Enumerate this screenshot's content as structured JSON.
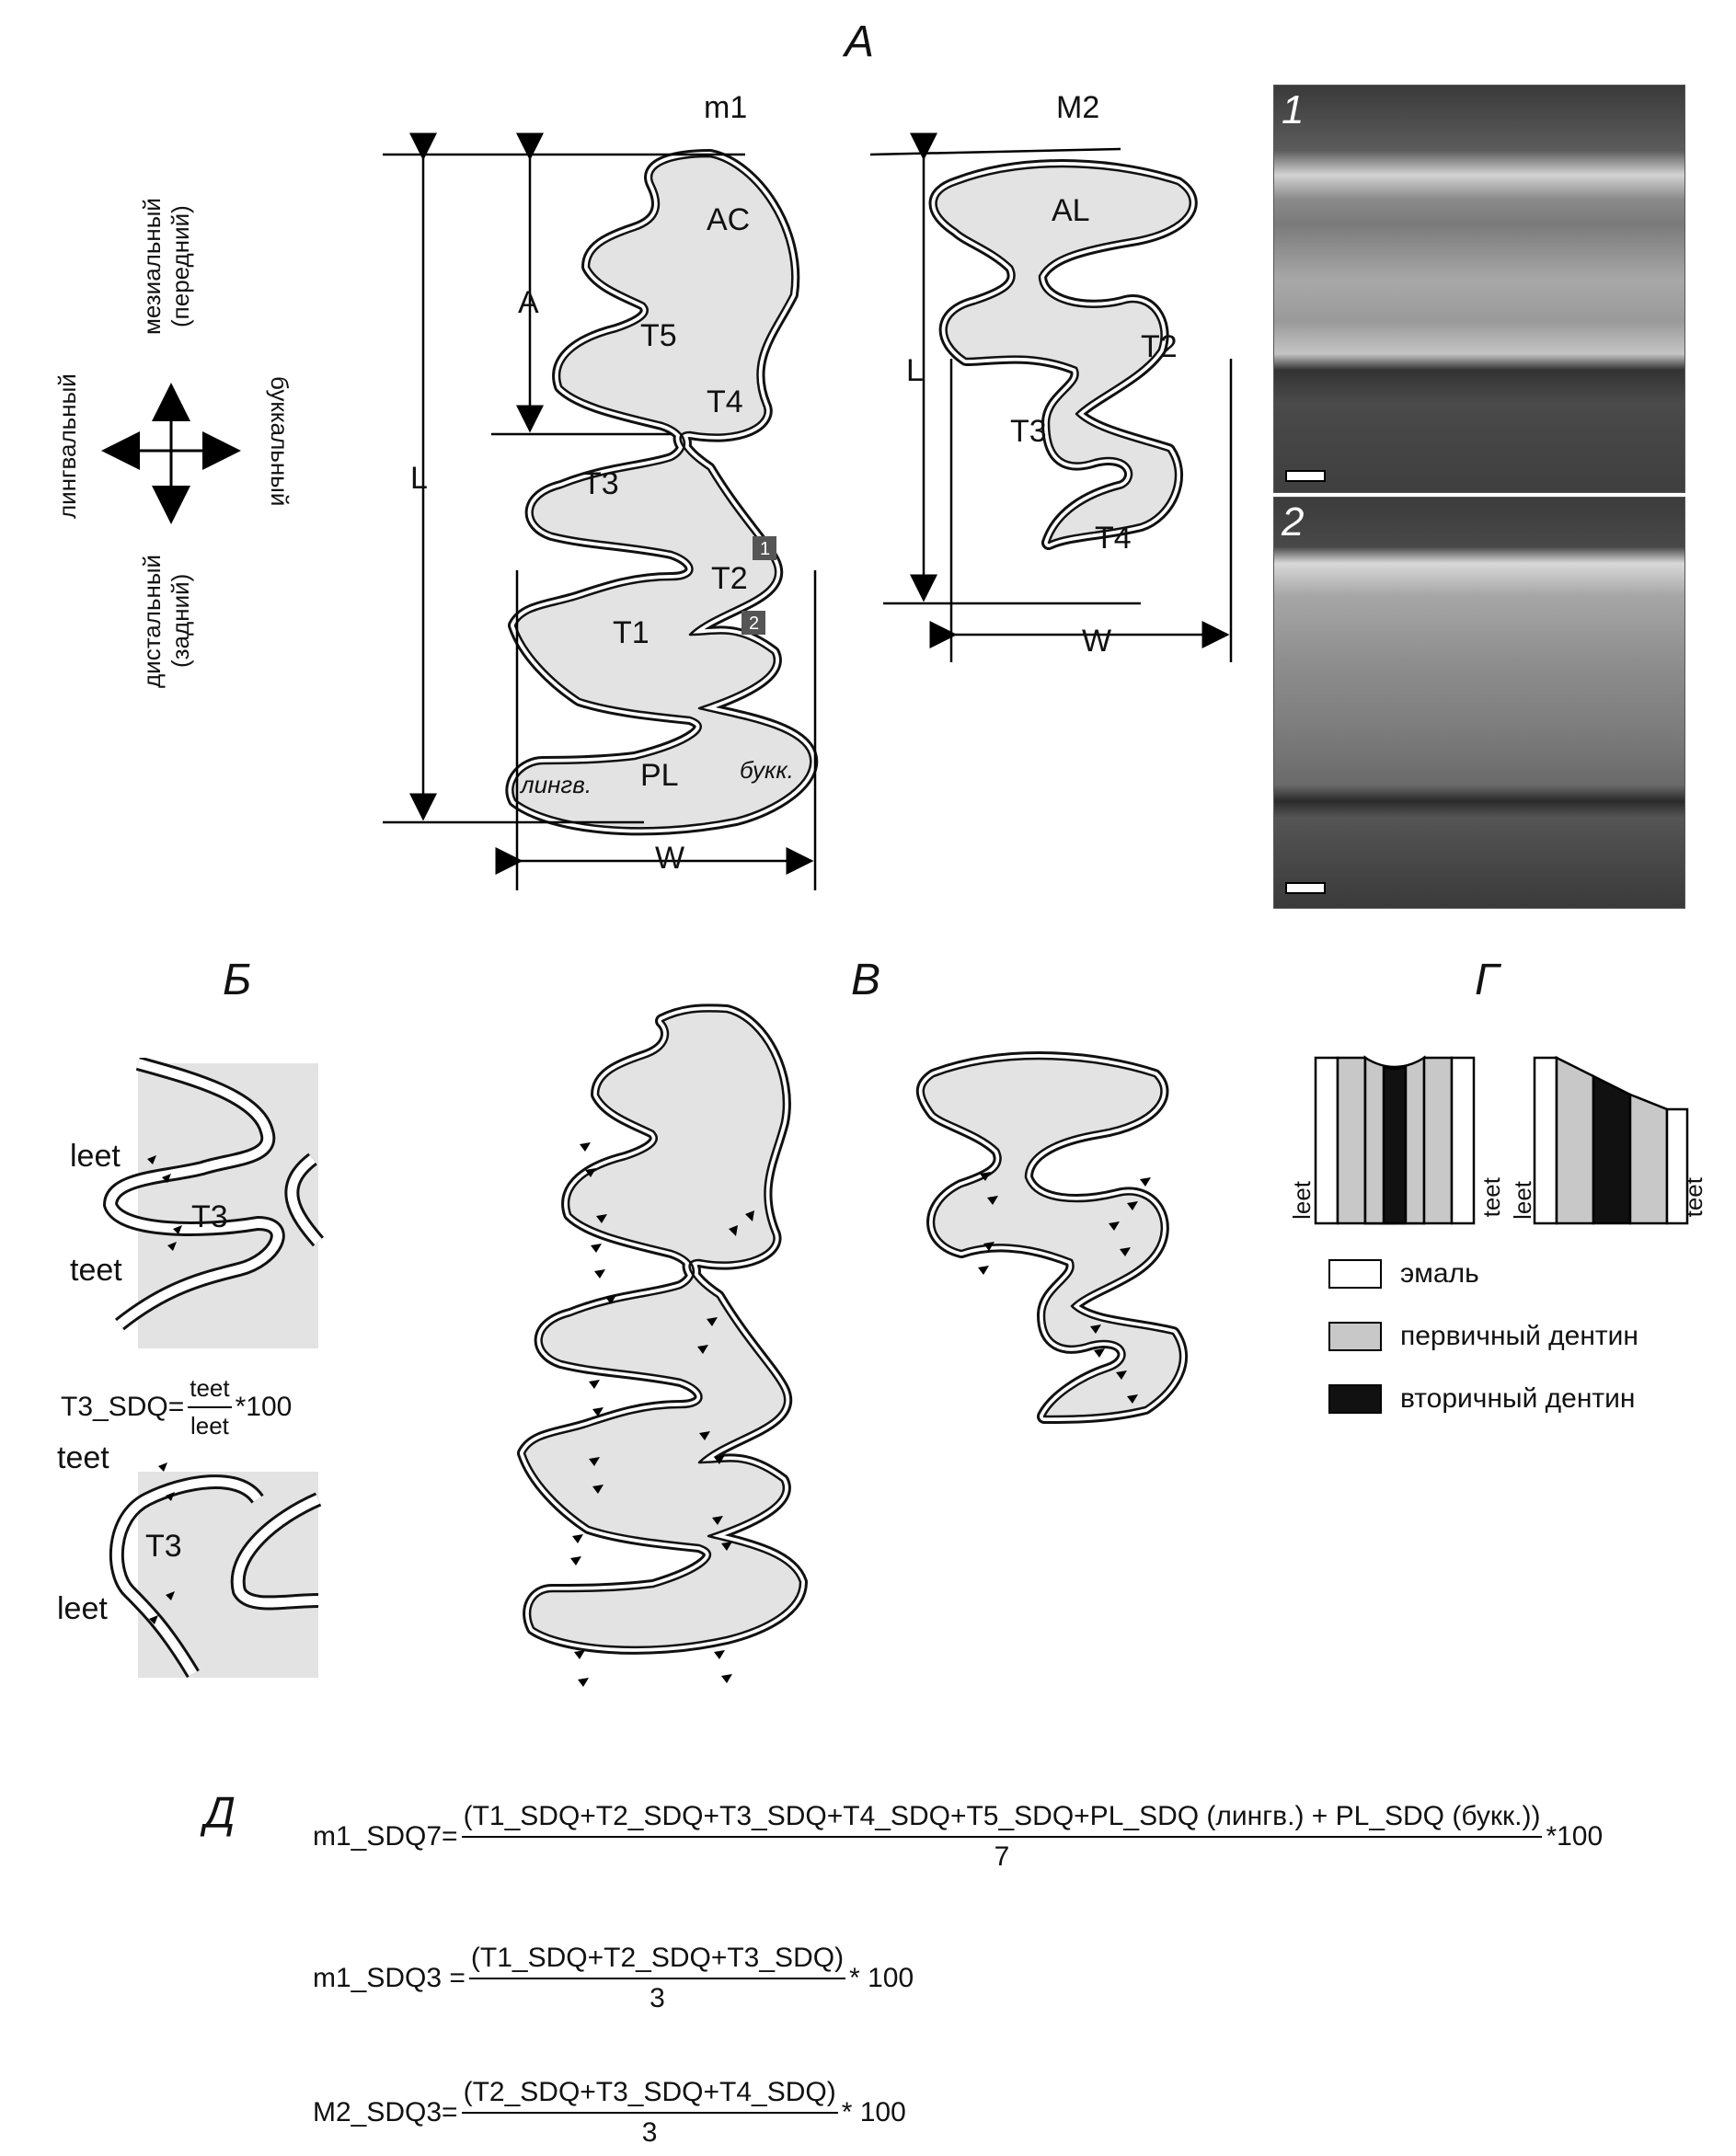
{
  "panels": {
    "A": "А",
    "B": "Б",
    "V": "В",
    "G": "Г",
    "D": "Д"
  },
  "panel_a": {
    "m1_title": "m1",
    "m2_title": "M2",
    "directions": {
      "mesial": "мезиальный",
      "mesial_paren": "(передний)",
      "distal": "дистальный",
      "distal_paren": "(задний)",
      "lingual": "лингвальный",
      "buccal": "буккальный"
    },
    "m1_labels": {
      "AC": "AC",
      "T5": "T5",
      "T4": "T4",
      "T3": "T3",
      "T2": "T2",
      "T1": "T1",
      "PL": "PL",
      "lingv": "лингв.",
      "bukk": "букк.",
      "marker1": "1",
      "marker2": "2"
    },
    "m1_dims": {
      "A": "A",
      "L": "L",
      "W": "W"
    },
    "m2_labels": {
      "AL": "AL",
      "T2": "T2",
      "T3": "T3",
      "T4": "T4"
    },
    "m2_dims": {
      "L": "L",
      "W": "W"
    },
    "sem_numbers": {
      "top": "1",
      "bottom": "2"
    }
  },
  "panel_b": {
    "leet": "leet",
    "teet": "teet",
    "T3": "T3",
    "formula": {
      "lhs": "T3_SDQ=",
      "num": "teet",
      "den": "leet",
      "rhs": "*100"
    }
  },
  "panel_g": {
    "side_left": "leet",
    "side_right": "teet",
    "legend": [
      {
        "label": "эмаль",
        "color": "#ffffff"
      },
      {
        "label": "первичный дентин",
        "color": "#c8c8c8"
      },
      {
        "label": "вторичный дентин",
        "color": "#111111"
      }
    ]
  },
  "panel_d": {
    "f1": {
      "lhs": "m1_SDQ7=",
      "num": "(T1_SDQ+T2_SDQ+T3_SDQ+T4_SDQ+T5_SDQ+PL_SDQ (лингв.) + PL_SDQ (букк.))",
      "den": "7",
      "rhs": "*100"
    },
    "f2": {
      "lhs": "m1_SDQ3 =",
      "num": "(T1_SDQ+T2_SDQ+T3_SDQ)",
      "den": "3",
      "rhs": "* 100"
    },
    "f3": {
      "lhs": "M2_SDQ3=",
      "num": "(T2_SDQ+T3_SDQ+T4_SDQ)",
      "den": "3",
      "rhs": "* 100"
    }
  },
  "colors": {
    "dentine": "#e3e3e3",
    "enamel": "#ffffff",
    "outline": "#111111",
    "marker": "#555555"
  }
}
